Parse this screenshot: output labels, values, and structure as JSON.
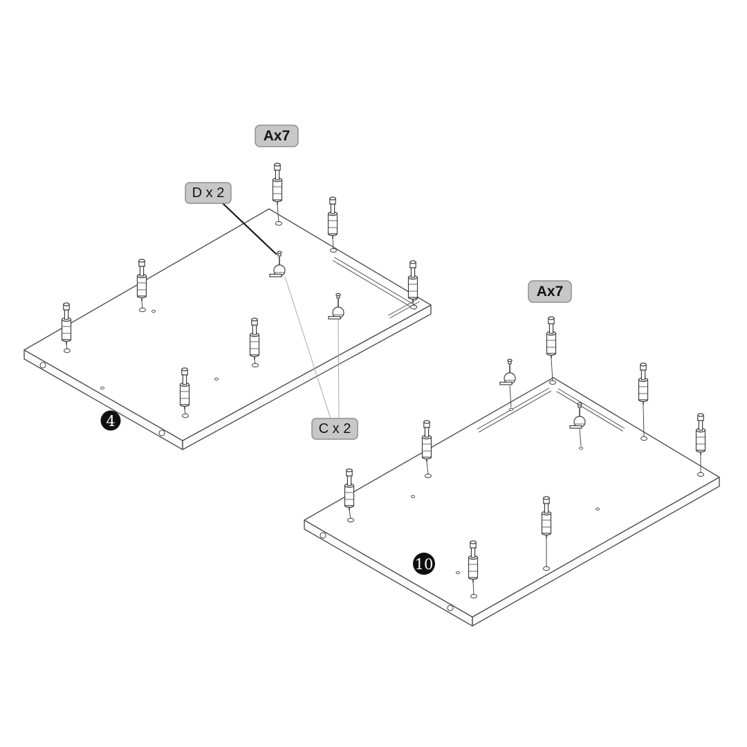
{
  "diagram": {
    "kind": "furniture-assembly-instructions-step",
    "labels": {
      "hardware_a_top": "Ax7",
      "hardware_a_right": "Ax7",
      "hardware_d": "D x 2",
      "hardware_c": "C x 2"
    },
    "parts": {
      "left_panel_number": "4",
      "right_panel_number": "10"
    },
    "colors": {
      "background": "#ffffff",
      "line": "#4a4a4a",
      "badge_fill": "#c7c7c7",
      "badge_border": "#8f8f8f",
      "badge_text": "#141414",
      "part_badge_fill": "#0f0f0f",
      "part_badge_text": "#ffffff"
    }
  }
}
